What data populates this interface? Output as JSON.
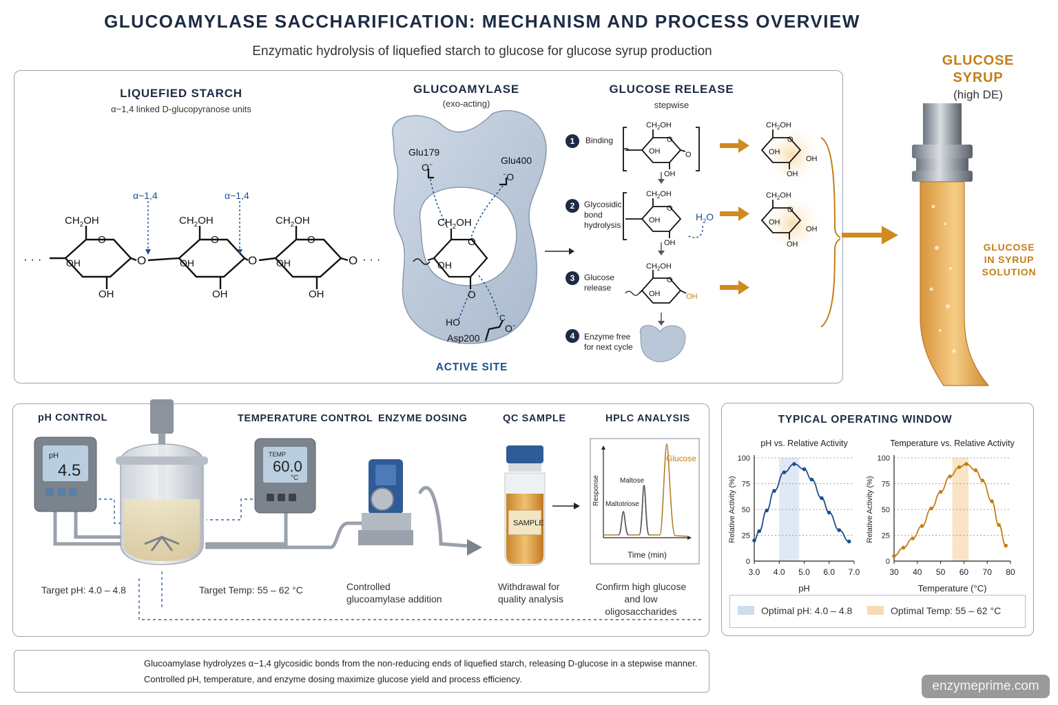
{
  "title": "GLUCOAMYLASE SACCHARIFICATION: MECHANISM AND PROCESS OVERVIEW",
  "subtitle": "Enzymatic hydrolysis of liquefied starch to glucose for glucose syrup production",
  "mechanism": {
    "starch": {
      "title": "LIQUEFIED STARCH",
      "subtitle": "α−1,4 linked D-glucopyranose units",
      "bond_label": "α−1,4",
      "ch2oh": "CH2OH",
      "oh": "OH",
      "o": "O",
      "dots": "· · ·"
    },
    "enzyme": {
      "title": "GLUCOAMYLASE",
      "subtitle": "(exo-acting)",
      "glu179": "Glu179",
      "glu400": "Glu400",
      "asp200": "Asp200",
      "ho": "HO",
      "active_site": "ACTIVE SITE"
    },
    "release": {
      "title": "GLUCOSE RELEASE",
      "subtitle": "stepwise",
      "steps": [
        {
          "n": "1",
          "label": "Binding"
        },
        {
          "n": "2",
          "label": "Glycosidic bond hydrolysis"
        },
        {
          "n": "3",
          "label": "Glucose release"
        },
        {
          "n": "4",
          "label": "Enzyme free for next cycle"
        }
      ],
      "h2o": "H2O"
    },
    "syrup": {
      "title": "GLUCOSE SYRUP",
      "subtitle": "(high DE)",
      "solution_label": "GLUCOSE IN SYRUP SOLUTION"
    }
  },
  "process": {
    "ph_header": "pH CONTROL",
    "ph_unit": "pH",
    "ph_value": "4.5",
    "ph_target": "Target pH:  4.0 – 4.8",
    "temp_header": "TEMPERATURE CONTROL",
    "temp_unit": "TEMP",
    "temp_value": "60.0",
    "temp_deg": "°C",
    "temp_target": "Target Temp:  55 – 62 °C",
    "dosing_header": "ENZYME DOSING",
    "dosing_text": "Controlled glucoamylase addition",
    "qc_header": "QC SAMPLE",
    "qc_label": "SAMPLE",
    "qc_text": "Withdrawal for quality analysis",
    "hplc_header": "HPLC ANALYSIS",
    "hplc_text": "Confirm high glucose and low oligosaccharides",
    "hplc_xlabel": "Time (min)",
    "hplc_ylabel": "Response",
    "hplc_peaks": [
      "Maltotriose",
      "Maltose",
      "Glucose"
    ]
  },
  "window": {
    "title": "TYPICAL OPERATING WINDOW",
    "legend_ph": "Optimal pH:  4.0 – 4.8",
    "legend_temp": "Optimal Temp:  55 – 62 °C"
  },
  "chart_data": [
    {
      "type": "line",
      "title": "pH vs. Relative Activity",
      "xlabel": "pH",
      "ylabel": "Relative Activity (%)",
      "xlim": [
        3.0,
        7.0
      ],
      "ylim": [
        0,
        100
      ],
      "xticks": [
        "3.0",
        "4.0",
        "5.0",
        "6.0",
        "7.0"
      ],
      "yticks": [
        "0",
        "25",
        "50",
        "75",
        "100"
      ],
      "optimal_range": [
        4.0,
        4.8
      ],
      "color": "#1d4f8c",
      "x": [
        3.0,
        3.2,
        3.5,
        3.8,
        4.2,
        4.6,
        5.0,
        5.3,
        5.7,
        6.0,
        6.4,
        6.8
      ],
      "y": [
        20,
        29,
        49,
        68,
        86,
        94,
        89,
        79,
        61,
        47,
        30,
        19
      ]
    },
    {
      "type": "line",
      "title": "Temperature vs. Relative Activity",
      "xlabel": "Temperature (°C)",
      "ylabel": "Relative Activity (%)",
      "xlim": [
        30,
        80
      ],
      "ylim": [
        0,
        100
      ],
      "xticks": [
        "30",
        "40",
        "50",
        "60",
        "70",
        "80"
      ],
      "yticks": [
        "0",
        "25",
        "50",
        "75",
        "100"
      ],
      "optimal_range": [
        55,
        62
      ],
      "color": "#c47e14",
      "x": [
        30,
        34,
        38,
        42,
        46,
        50,
        54,
        58,
        61,
        65,
        68,
        72,
        75,
        78
      ],
      "y": [
        5,
        13,
        22,
        34,
        51,
        67,
        82,
        91,
        94,
        88,
        78,
        58,
        35,
        15
      ]
    }
  ],
  "footer": {
    "line1": "Glucoamylase  hydrolyzes α−1,4 glycosidic bonds from the non-reducing ends of liquefied starch, releasing D-glucose in a stepwise manner.",
    "line2": "Controlled pH, temperature, and enzyme dosing maximize glucose yield and process efficiency."
  },
  "watermark": "enzymeprime.com"
}
